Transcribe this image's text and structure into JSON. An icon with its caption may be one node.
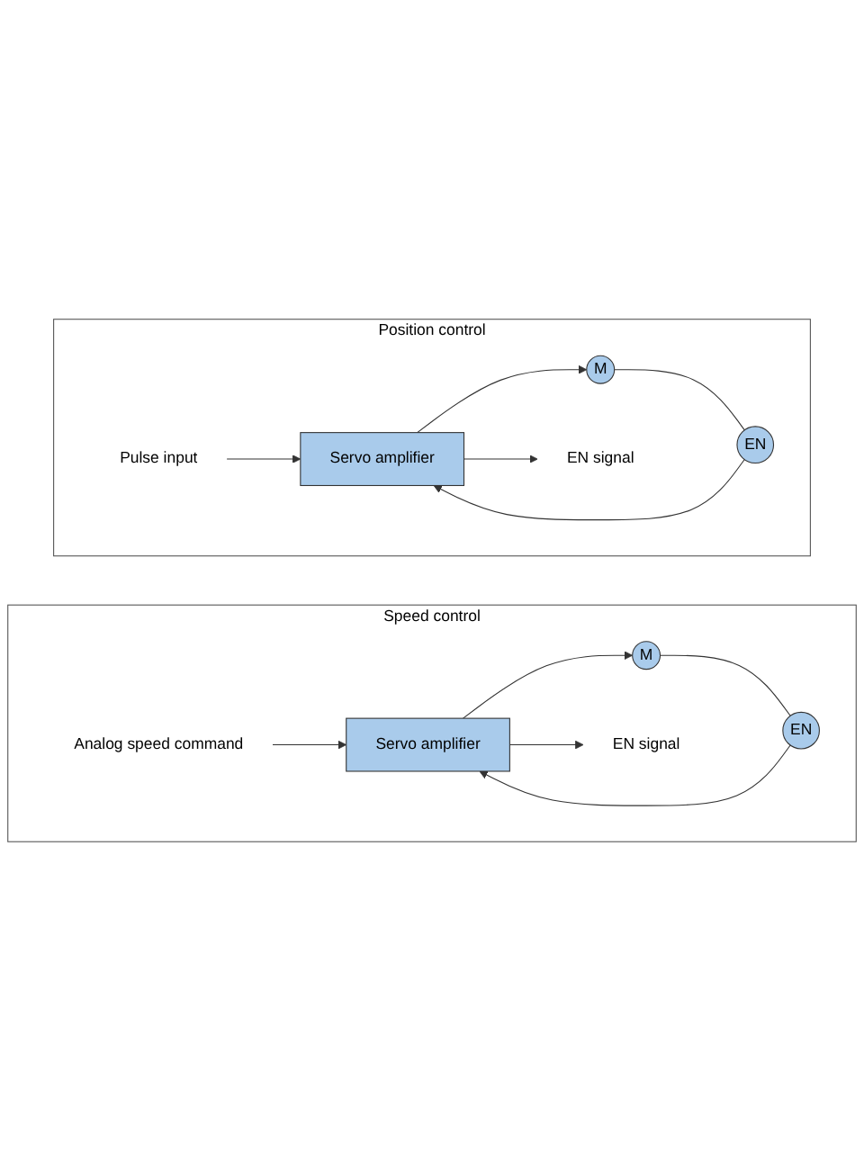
{
  "diagram": {
    "nodes": [
      {
        "text": [
          "Speed control"
        ]
      },
      {
        "text": [
          "Analog speed command"
        ],
        "in": 0
      },
      {
        "text": [
          "Servo amplifier"
        ],
        "in": 0
      },
      {
        "text": [
          "M"
        ],
        "in": 0
      },
      {
        "text": [
          "EN"
        ],
        "in": 0
      },
      {
        "text": [
          "EN signal"
        ],
        "in": 0
      },
      {
        "text": [
          "Position control"
        ]
      },
      {
        "text": [
          "Pulse input"
        ],
        "in": 6
      },
      {
        "text": [
          "Servo amplifier"
        ],
        "in": 6
      },
      {
        "text": [
          "M"
        ],
        "in": 6
      },
      {
        "text": [
          "EN"
        ],
        "in": 6
      },
      {
        "text": [
          "EN signal"
        ],
        "in": 6
      }
    ],
    "edges": [
      {
        "from": 1,
        "to": 2,
        "arrow": "to"
      },
      {
        "from": 2,
        "to": 3,
        "arrow": "to"
      },
      {
        "from": 3,
        "to": 4,
        "arrow": "none"
      },
      {
        "from": 4,
        "to": 2,
        "arrow": "to"
      },
      {
        "from": 2,
        "to": 5,
        "arrow": "to"
      },
      {
        "from": 7,
        "to": 8,
        "arrow": "to"
      },
      {
        "from": 8,
        "to": 9,
        "arrow": "to"
      },
      {
        "from": 9,
        "to": 10,
        "arrow": "none"
      },
      {
        "from": 10,
        "to": 8,
        "arrow": "to"
      },
      {
        "from": 8,
        "to": 11,
        "arrow": "to"
      }
    ]
  }
}
